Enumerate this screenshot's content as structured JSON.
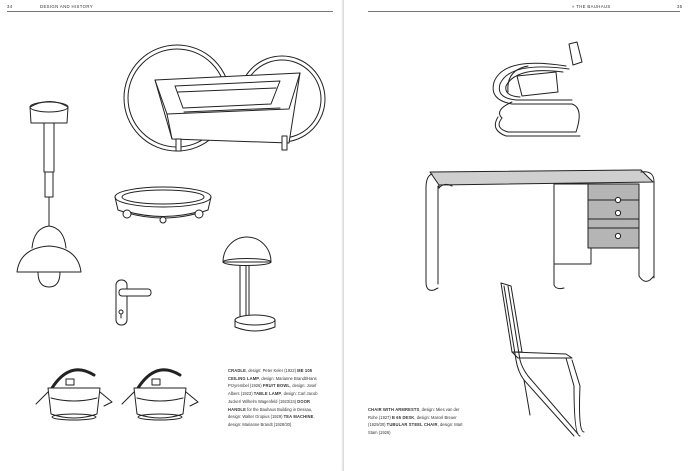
{
  "left_page": {
    "page_number": "34",
    "running_head": "DESIGN AND HISTORY",
    "captions": [
      {
        "title": "CRADLE",
        "text": ", design: Peter Keler (1922)"
      },
      {
        "title": "ME 105 CEILING LAMP",
        "text": ", design: Marianne Brandt/Hans Przyrembel (1926)"
      },
      {
        "title": "FRUIT BOWL",
        "text": ", design: Josef Albers (1923)"
      },
      {
        "title": "TABLE LAMP",
        "text": ", design: Carl Jacob Jucker/ Wilhelm Wagenfeld (1923/24)"
      },
      {
        "title": "DOOR HANDLE",
        "text": " for the Bauhaus Building in Dessau, design: Walter Gropius (1929)"
      },
      {
        "title": "TEA MACHINE",
        "text": ", design: Marianne Brandt (1928/30)"
      }
    ]
  },
  "right_page": {
    "page_number": "35",
    "running_head": "» THE BAUHAUS",
    "captions": [
      {
        "title": "CHAIR WITH ARMRESTS",
        "text": ", design: Mies van der Rohe (1927)"
      },
      {
        "title": "B 65 DESK",
        "text": ", design: Marcel Breuer (1929/30)"
      },
      {
        "title": "TUBULAR STEEL CHAIR",
        "text": ", design: Mart Stam (1926)"
      }
    ]
  },
  "colors": {
    "ink": "#222222",
    "rule": "#777777",
    "desk_top": "#cfcfcf",
    "desk_drawers": "#b5b5b5"
  },
  "illustrations": [
    "cradle",
    "ceiling-lamp",
    "fruit-bowl",
    "table-lamp",
    "door-handle",
    "tea-machine",
    "tea-machine",
    "chair-with-armrests",
    "desk",
    "tubular-steel-chair"
  ]
}
